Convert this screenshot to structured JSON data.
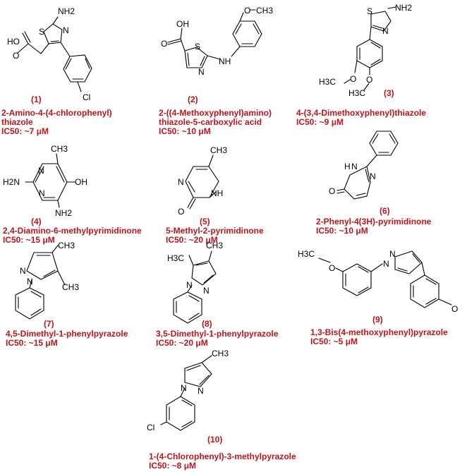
{
  "compounds": [
    {
      "number": "(1)",
      "name_lines": [
        "2-Amino-4-(4-chlorophenyl)",
        "thiazole"
      ],
      "ic50": "IC50: ~7 μM"
    },
    {
      "number": "(2)",
      "name_lines": [
        "2-((4-Methoxyphenyl)amino)",
        "thiazole-5-carboxylic acid"
      ],
      "ic50": "IC50: ~10 μM"
    },
    {
      "number": "(3)",
      "name_lines": [
        "4-(3,4-Dimethoxyphenyl)thiazole"
      ],
      "ic50": "IC50: ~9 μM"
    },
    {
      "number": "(4)",
      "name_lines": [
        "2,4-Diamino-6-methylpyrimidinone"
      ],
      "ic50": "IC50: ~15 μM"
    },
    {
      "number": "(5)",
      "name_lines": [
        "5-Methyl-2-pyrimidinone"
      ],
      "ic50": "IC50: ~20 μM"
    },
    {
      "number": "(6)",
      "name_lines": [
        "2-Phenyl-4(3H)-pyrimidinone"
      ],
      "ic50": "IC50: ~10 μM"
    },
    {
      "number": "(7)",
      "name_lines": [
        "4,5-Dimethyl-1-phenylpyrazole"
      ],
      "ic50": "IC50: ~15 μM"
    },
    {
      "number": "(8)",
      "name_lines": [
        "3,5-Dimethyl-1-phenylpyrazole"
      ],
      "ic50": "IC50: ~20 μM"
    },
    {
      "number": "(9)",
      "name_lines": [
        "1,3-Bis(4-methoxyphenyl)pyrazole"
      ],
      "ic50": "IC50: ~5 μM"
    },
    {
      "number": "(10)",
      "name_lines": [
        "1-(4-Chlorophenyl)-3-methylpyrazole"
      ],
      "ic50": "IC50: ~8 μM"
    }
  ],
  "atom_labels": {
    "c1": {
      "nh2": "NH2",
      "s": "S",
      "n": "N",
      "ho": "HO",
      "o": "O",
      "cl": "Cl"
    },
    "c2": {
      "oh": "OH",
      "o": "O",
      "s": "S",
      "n": "N",
      "nh": "NH",
      "ome_o": "O",
      "ch3": "CH3"
    },
    "c3": {
      "s": "S",
      "nh2": "NH2",
      "n": "N",
      "h3c_a": "H3C",
      "o_a": "O",
      "h3c_b": "H3C",
      "o_b": "O"
    },
    "c4": {
      "ch3": "CH3",
      "n_top": "N",
      "h2n": "H2N",
      "oh": "OH",
      "n_bot": "N",
      "nh2": "NH2"
    },
    "c5": {
      "ch3": "CH3",
      "n": "N",
      "nh": "NH",
      "o": "O"
    },
    "c6": {
      "nh": "N",
      "h": "H",
      "n": "N",
      "o": "O"
    },
    "c7": {
      "ch3_a": "CH3",
      "ch3_b": "CH3",
      "n1": "N",
      "n2": "N"
    },
    "c8": {
      "h3c": "H3C",
      "ch3": "CH3",
      "n1": "N",
      "n2": "N"
    },
    "c9": {
      "h3c": "H3C",
      "o_a": "O",
      "n1": "N",
      "n2": "N",
      "o_b": "O"
    },
    "c10": {
      "ch3": "CH3",
      "n1": "N",
      "n2": "N",
      "cl": "Cl"
    }
  }
}
